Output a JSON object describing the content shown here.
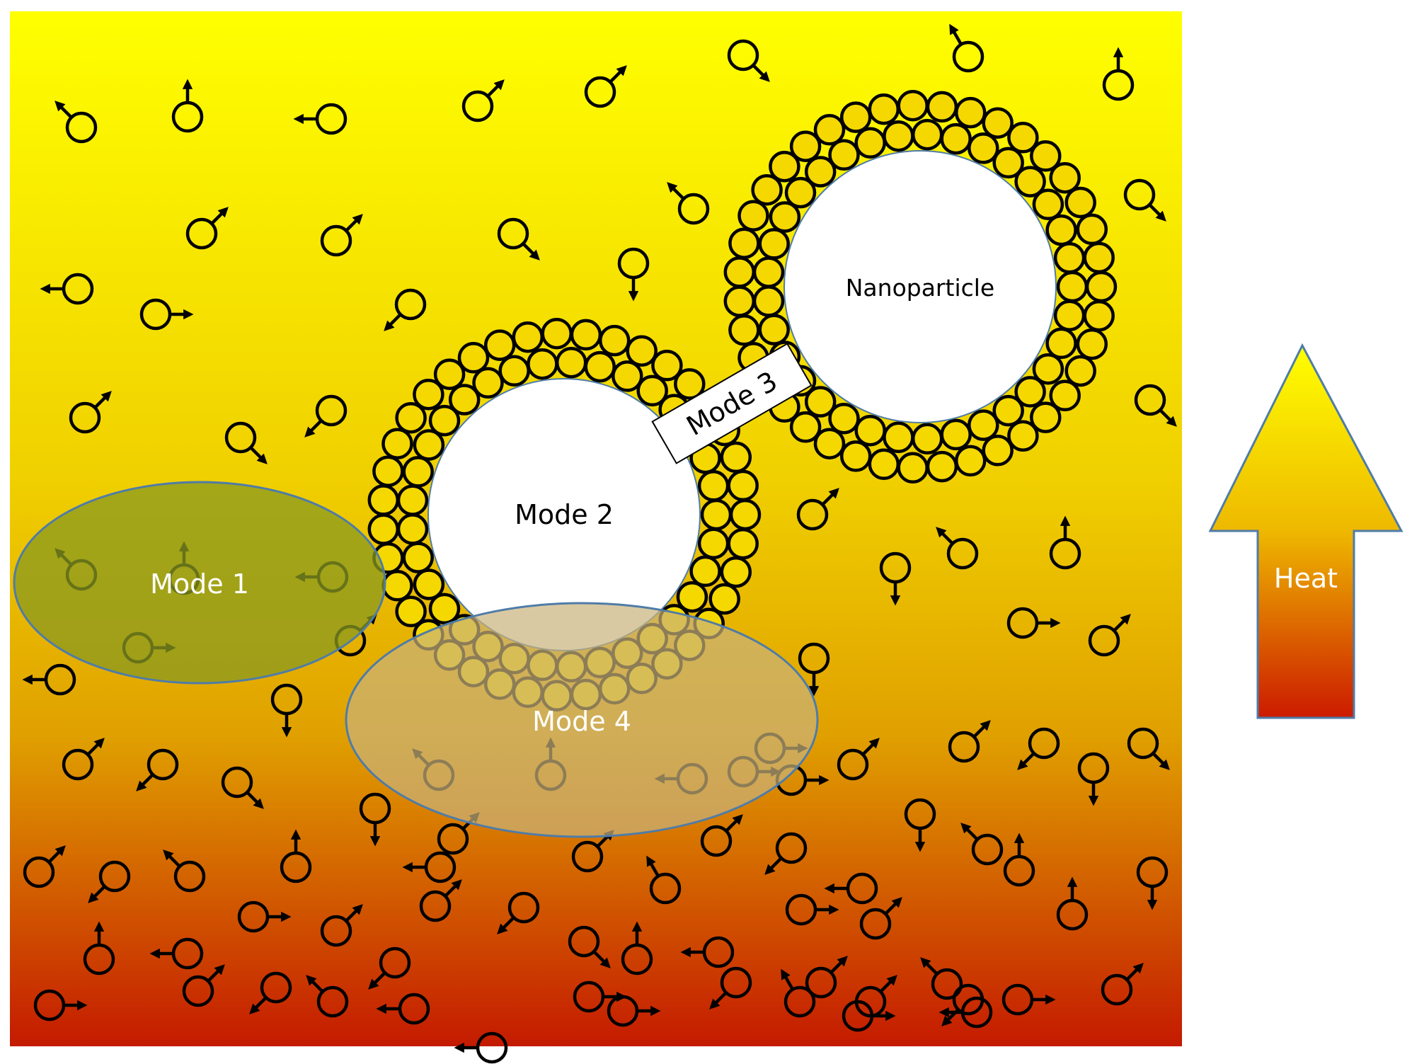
{
  "labels": {
    "nanoparticle": "Nanoparticle",
    "mode1": "Mode 1",
    "mode2": "Mode 2",
    "mode3": "Mode 3",
    "mode4": "Mode 4",
    "heat": "Heat"
  },
  "colors": {
    "gradient_top": "#ffff00",
    "gradient_mid": "#e8b800",
    "gradient_bottom": "#c41a00",
    "outline": "#000000",
    "mode1_fill": "#8a9a20",
    "mode4_fill": "#c9b27a",
    "ellipse_stroke": "#4f7ca8",
    "particle_fill": "#ffffff"
  },
  "icons": [
    "molecule-arrow-icon",
    "heat-arrow-icon"
  ]
}
